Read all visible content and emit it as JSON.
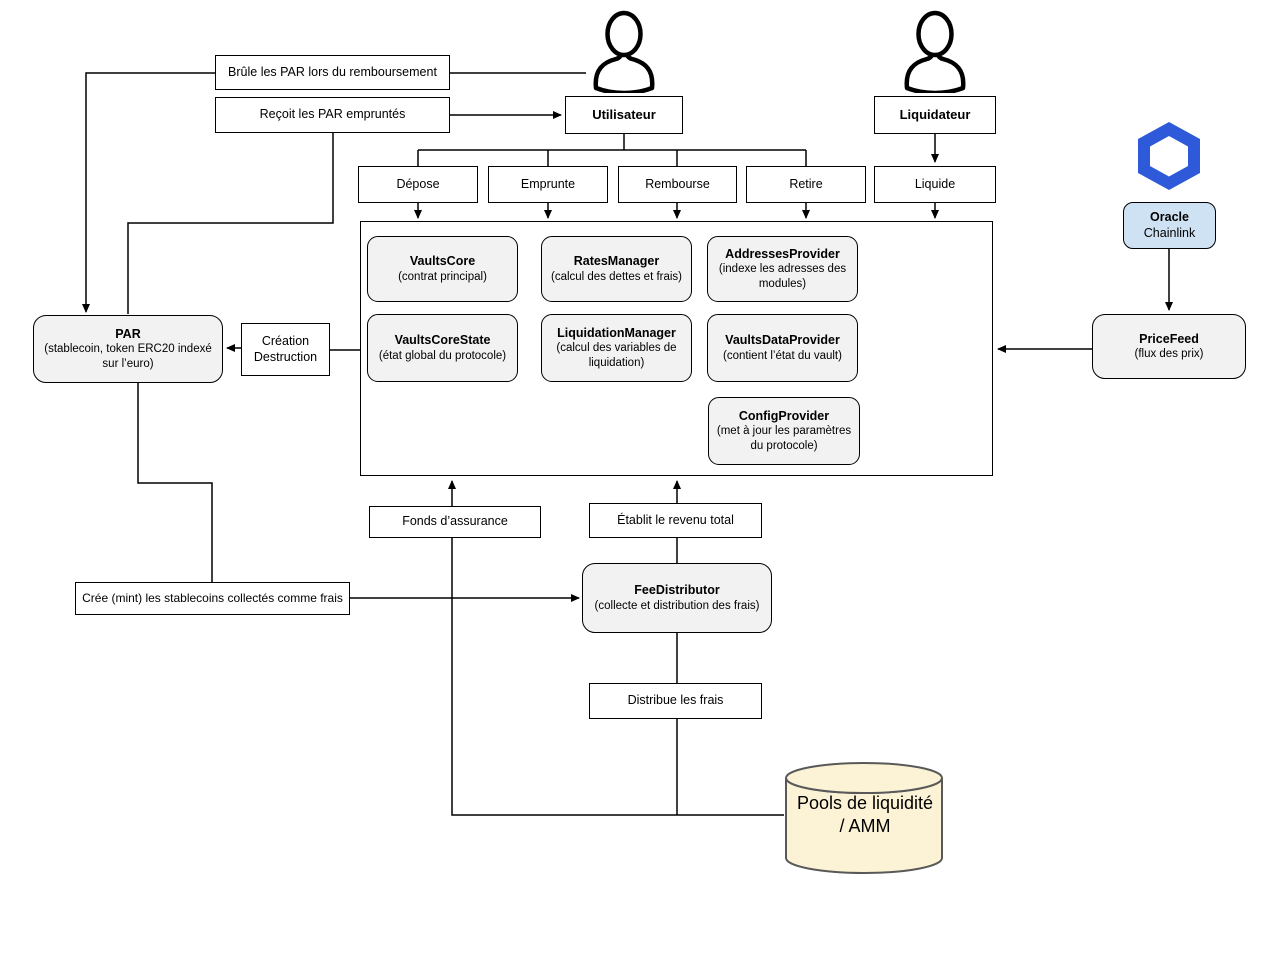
{
  "palette": {
    "line": "#000000",
    "module_fill": "#F2F2F2",
    "oracle_fill": "#CFE2F3",
    "pools_fill": "#FCF2D5",
    "pools_border": "#595959",
    "chainlink_blue": "#2E5ADA"
  },
  "top_left": {
    "burn": "Brûle les PAR lors du remboursement",
    "receive": "Reçoit les PAR empruntés"
  },
  "actors": {
    "user": {
      "label": "Utilisateur"
    },
    "liquidator": {
      "label": "Liquidateur"
    }
  },
  "actions": [
    {
      "label": "Dépose"
    },
    {
      "label": "Emprunte"
    },
    {
      "label": "Rembourse"
    },
    {
      "label": "Retire"
    },
    {
      "label": "Liquide"
    }
  ],
  "core": {
    "modules": [
      {
        "name": "VaultsCore",
        "desc": "(contrat principal)"
      },
      {
        "name": "RatesManager",
        "desc": "(calcul des dettes et frais)"
      },
      {
        "name": "AddressesProvider",
        "desc": "(indexe les adresses des modules)"
      },
      {
        "name": "VaultsCoreState",
        "desc": "(état global du protocole)"
      },
      {
        "name": "LiquidationManager",
        "desc": "(calcul des variables de liquidation)"
      },
      {
        "name": "VaultsDataProvider",
        "desc": "(contient l’état du vault)"
      },
      {
        "name": "ConfigProvider",
        "desc": "(met à jour les paramètres du protocole)"
      }
    ]
  },
  "par": {
    "name": "PAR",
    "desc": "(stablecoin, token ERC20 indexé sur l’euro)"
  },
  "creation": {
    "label": "Création\nDestruction"
  },
  "oracle": {
    "name": "Oracle",
    "vendor": "Chainlink"
  },
  "pricefeed": {
    "name": "PriceFeed",
    "desc": "(flux des prix)"
  },
  "fee": {
    "name": "FeeDistributor",
    "desc": "(collecte et distribution des frais)"
  },
  "flow": {
    "fonds": "Fonds d’assurance",
    "etablit": "Établit le revenu total",
    "cree": "Crée (mint) les stablecoins collectés comme frais",
    "distribue": "Distribue les frais"
  },
  "pools": {
    "label": "Pools de liquidité\n/ AMM"
  }
}
